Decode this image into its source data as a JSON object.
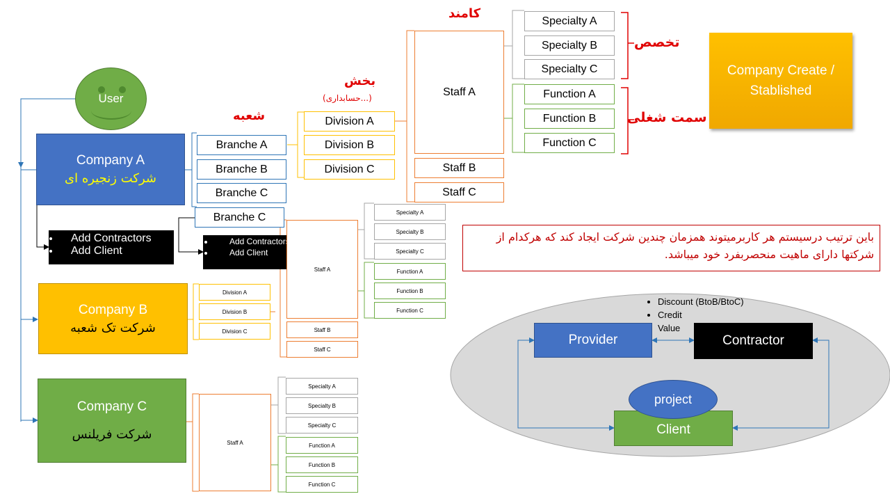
{
  "user": {
    "label": "User"
  },
  "headers": {
    "branch": "شعبه",
    "division": "بخش",
    "division_sub": "(حسابداری...)",
    "staff": "کامند",
    "specialty": "تخصص",
    "function": "سمت شغلی"
  },
  "company_a": {
    "name": "Company A",
    "subtitle": "شرکت زنجیره ای",
    "branches": [
      "Branche A",
      "Branche B",
      "Branche C",
      "Branche C"
    ],
    "divisions": [
      "Division A",
      "Division B",
      "Division C"
    ],
    "staff": [
      "Staff A",
      "Staff B",
      "Staff C"
    ],
    "specialties": [
      "Specialty A",
      "Specialty B",
      "Specialty C"
    ],
    "functions": [
      "Function A",
      "Function B",
      "Function C"
    ],
    "actions": [
      "Add Contractors",
      "Add Client"
    ],
    "branch_actions": [
      "Add Contractors",
      "Add Client"
    ]
  },
  "company_b": {
    "name": "Company B",
    "subtitle": "شرکت تک شعبه",
    "divisions": [
      "Division A",
      "Division B",
      "Division C"
    ],
    "staff": [
      "Staff A",
      "Staff B",
      "Staff C"
    ],
    "specialties": [
      "Specialty  A",
      "Specialty  B",
      "Specialty  C"
    ],
    "functions": [
      "Function A",
      "Function B",
      "Function C"
    ]
  },
  "company_c": {
    "name": "Company C",
    "subtitle": "شرکت فریلنس",
    "staff": [
      "Staff A"
    ],
    "specialties": [
      "Specialty  A",
      "Specialty  B",
      "Specialty  C"
    ],
    "functions": [
      "Function A",
      "Function B",
      "Function C"
    ]
  },
  "company_create": {
    "line1": "Company Create /",
    "line2": "Stablished"
  },
  "note": {
    "text": "باین ترتیب درسیستم هر کاربرمیتوند همزمان چندین شرکت ایجاد کند که هرکدام از شرکتها دارای ماهیت منحصربفرد خود میباشد."
  },
  "ecosystem": {
    "bullets": [
      "Discount (BtoB/BtoC)",
      "Credit",
      "Value"
    ],
    "provider": "Provider",
    "contractor": "Contractor",
    "project": "project",
    "client": "Client"
  },
  "colors": {
    "blue": "#4472c4",
    "gold": "#ffc000",
    "green": "#70ad47",
    "red": "#e00000",
    "orange_border": "#ed7d31",
    "gray_ellipse": "#d9d9d9"
  }
}
